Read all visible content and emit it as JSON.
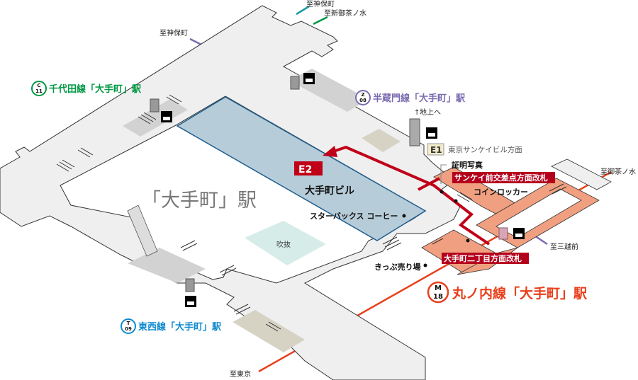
{
  "map": {
    "station_title": "「大手町」駅",
    "building": "大手町ビル",
    "atrium": "吹抜",
    "starbucks": "スターバックス コーヒー",
    "ticket_machines": "きっぷ売り場",
    "id_photo": "証明写真",
    "coin_lockers": "コインロッカー",
    "lines": [
      {
        "code_letter": "C",
        "code_num": "11",
        "name": "千代田線「大手町」駅",
        "color": "#009944"
      },
      {
        "code_letter": "Z",
        "code_num": "08",
        "name": "半蔵門線「大手町」駅",
        "color": "#7b6bb0"
      },
      {
        "code_letter": "T",
        "code_num": "09",
        "name": "東西線「大手町」駅",
        "color": "#0f8ad0"
      },
      {
        "code_letter": "M",
        "code_num": "18",
        "name": "丸ノ内線「大手町」駅",
        "color": "#e8401c"
      }
    ],
    "directions": {
      "jimbocho_top": "至神保町",
      "shinochanomizu": "至新御茶ノ水",
      "jimbocho_left": "至神保町",
      "ochanomizu": "至御茶ノ水",
      "mitsukoshimae": "至三越前",
      "tokyo": "至東京"
    },
    "exits": {
      "e1_code": "E1",
      "e1_label": "東京サンケイビル方面",
      "e2_code": "E2",
      "ground_up": "地上へ"
    },
    "gates": {
      "sankei": "サンケイ前交差点方面改札",
      "nichome": "大手町二丁目方面改札"
    },
    "colors": {
      "route": "#c00018",
      "gate_bg": "#b5001d",
      "marunouchi_concourse": "#f0a080",
      "building": "#b7ccd9",
      "atrium": "#d6ece8"
    }
  }
}
